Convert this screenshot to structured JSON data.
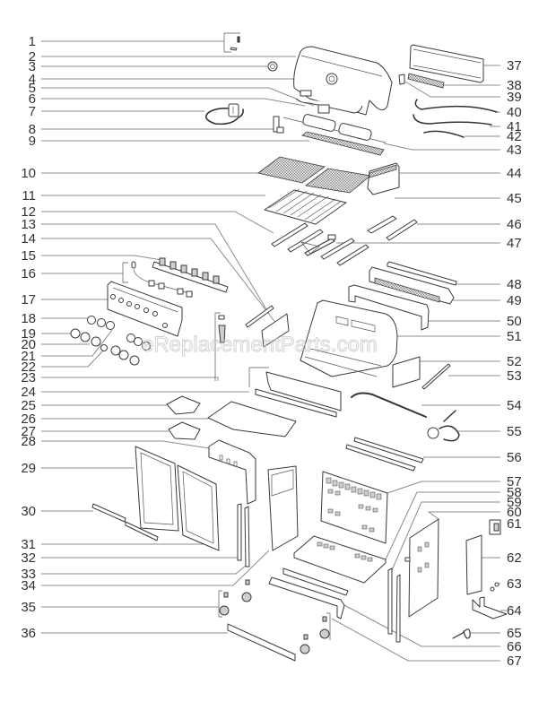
{
  "diagram": {
    "title": "Gas Grill Exploded Parts Diagram",
    "watermark": "eReplacementParts.com",
    "left_labels": [
      "1",
      "2",
      "3",
      "4",
      "5",
      "6",
      "7",
      "8",
      "9",
      "10",
      "11",
      "12",
      "13",
      "14",
      "15",
      "16",
      "17",
      "18",
      "19",
      "20",
      "21",
      "22",
      "23",
      "24",
      "25",
      "26",
      "27",
      "28",
      "29",
      "30",
      "31",
      "32",
      "33",
      "34",
      "35",
      "36"
    ],
    "right_labels": [
      "37",
      "38",
      "39",
      "40",
      "41",
      "42",
      "43",
      "44",
      "45",
      "46",
      "47",
      "48",
      "49",
      "50",
      "51",
      "52",
      "53",
      "54",
      "55",
      "56",
      "57",
      "58",
      "59",
      "60",
      "61",
      "62",
      "63",
      "64",
      "65",
      "66",
      "67"
    ],
    "colors": {
      "line": "#3a3a3a",
      "leader": "#8c8c8c",
      "label": "#333333",
      "background": "#ffffff"
    }
  }
}
